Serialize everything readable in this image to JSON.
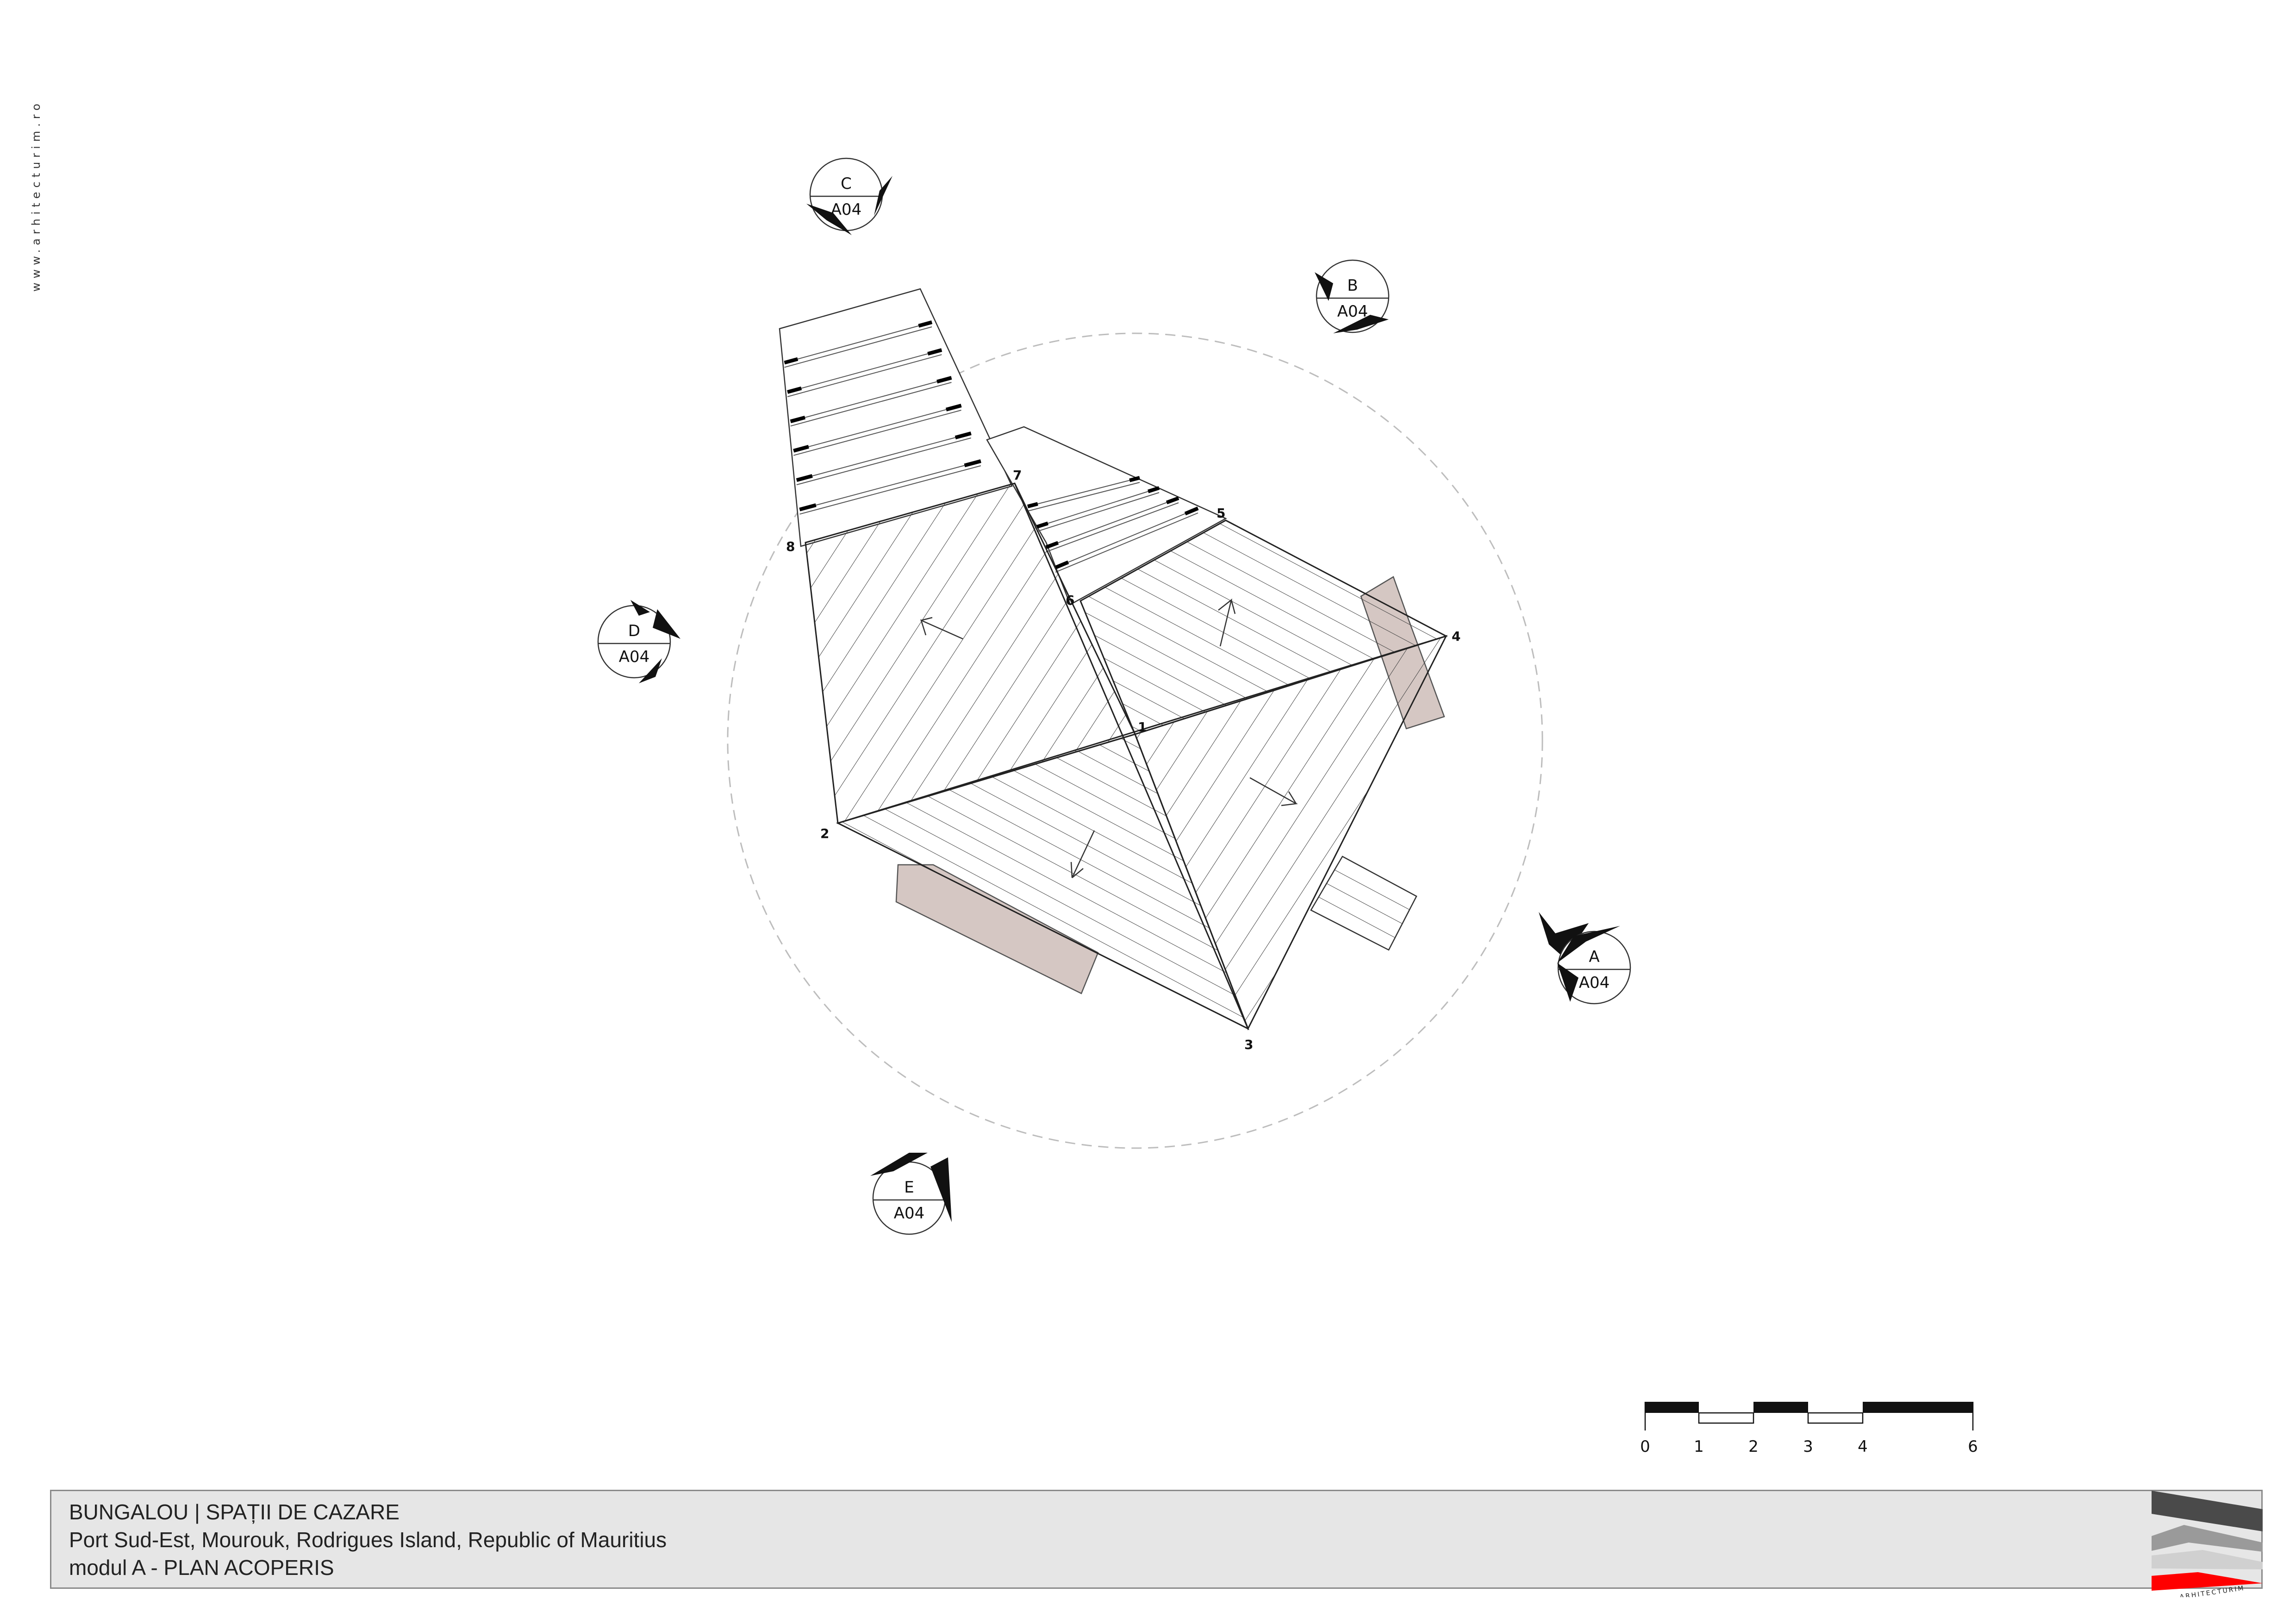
{
  "side_label": "www.arhitecturim.ro",
  "title_block": {
    "line1": "BUNGALOU | SPAȚII DE CAZARE",
    "line2": "Port Sud-Est, Mourouk, Rodrigues Island, Republic of Mauritius",
    "line3": "modul A - PLAN ACOPERIS"
  },
  "logo_text": "ARHITECTURIM",
  "colors": {
    "accent": "#ff0000",
    "terrace": "#d5c7c3",
    "hatch": "#444444"
  },
  "point_labels": [
    "1",
    "2",
    "3",
    "4",
    "5",
    "6",
    "7",
    "8"
  ],
  "section_markers": [
    {
      "letter": "A",
      "sheet": "A04"
    },
    {
      "letter": "B",
      "sheet": "A04"
    },
    {
      "letter": "C",
      "sheet": "A04"
    },
    {
      "letter": "D",
      "sheet": "A04"
    },
    {
      "letter": "E",
      "sheet": "A04"
    }
  ],
  "scale_bar": {
    "labels": [
      "0",
      "1",
      "2",
      "3",
      "4",
      "6"
    ]
  }
}
